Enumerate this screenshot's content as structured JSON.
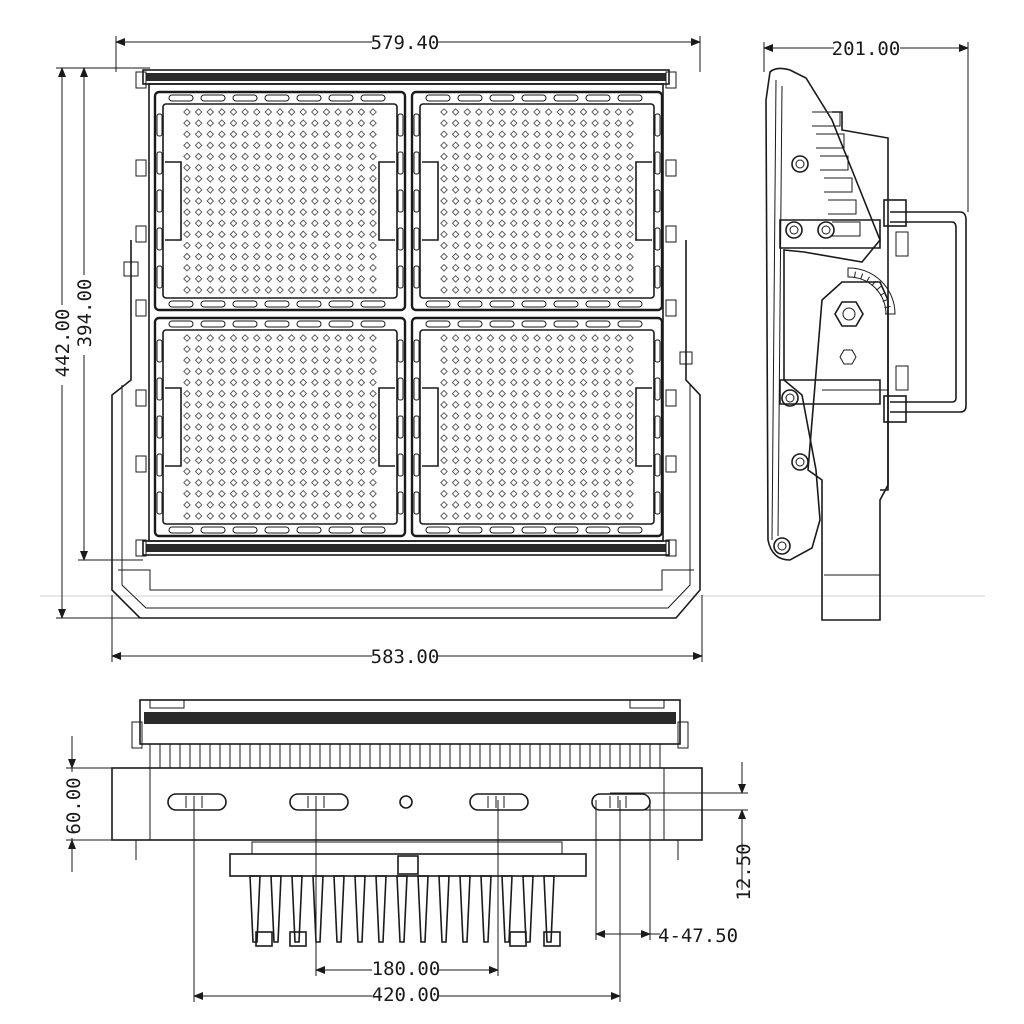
{
  "dimensions": {
    "front_top_width": "579.40",
    "front_bottom_width": "583.00",
    "front_outer_height": "442.00",
    "front_inner_height": "394.00",
    "side_depth": "201.00",
    "bottom_height": "60.00",
    "bottom_slot_offset": "12.50",
    "bottom_slot_length": "4-47.50",
    "bottom_center_span": "180.00",
    "bottom_outer_span": "420.00"
  },
  "colors": {
    "line": "#1a1a1a",
    "background": "#ffffff"
  }
}
